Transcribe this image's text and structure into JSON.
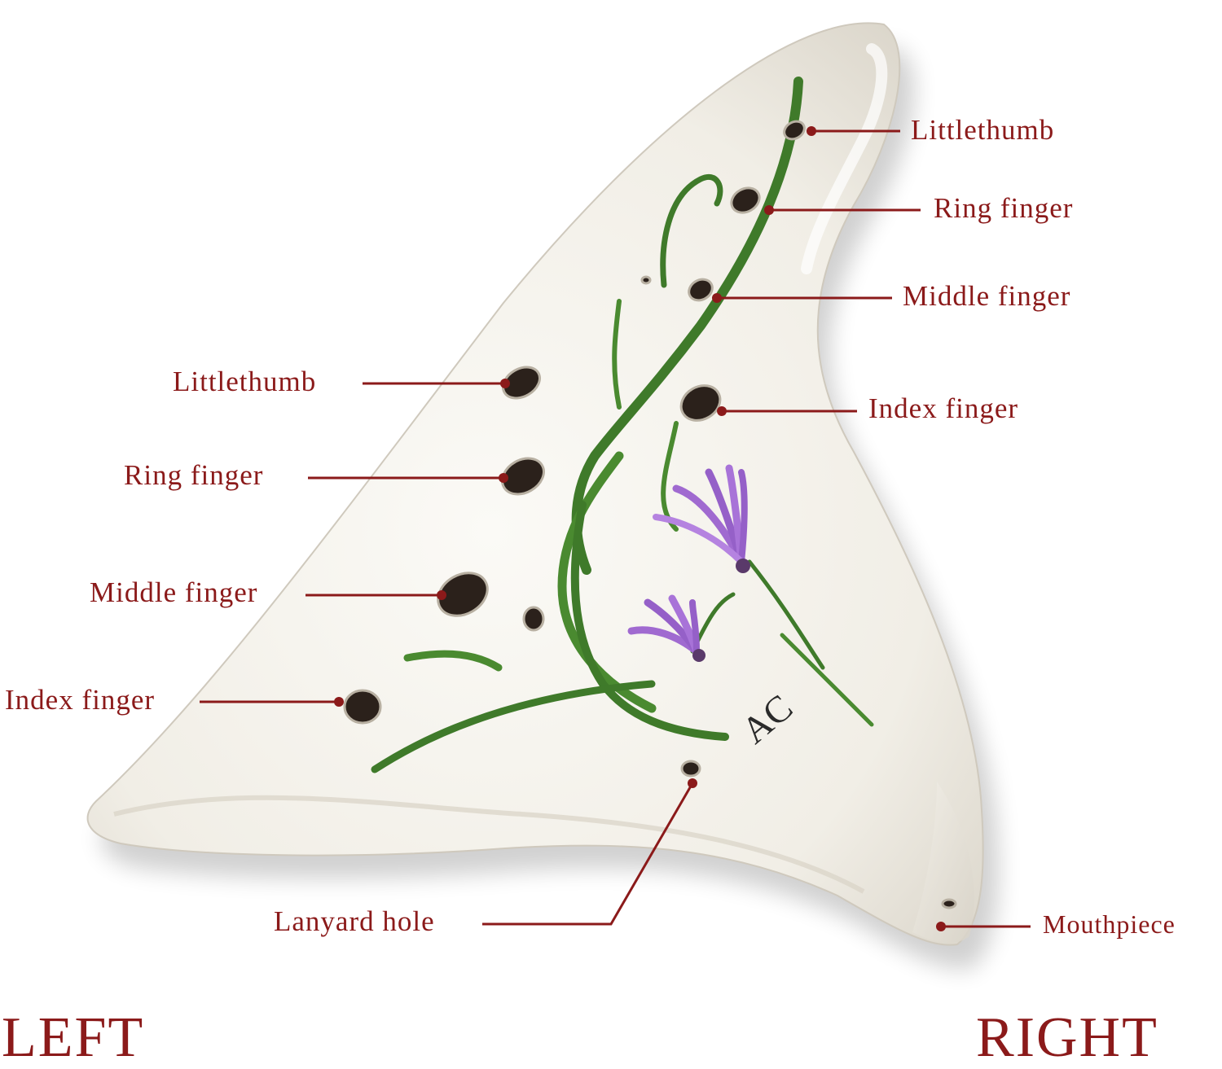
{
  "labels": {
    "right_littlethumb": "Littlethumb",
    "right_ring": "Ring finger",
    "right_middle": "Middle finger",
    "right_index": "Index finger",
    "left_littlethumb": "Littlethumb",
    "left_ring": "Ring finger",
    "left_middle": "Middle finger",
    "left_index": "Index finger",
    "lanyard": "Lanyard hole",
    "mouthpiece": "Mouthpiece"
  },
  "sides": {
    "left": "LEFT",
    "right": "RIGHT"
  },
  "logo": "AC",
  "colors": {
    "label": "#8b1a1a",
    "leader": "#8b1a1a",
    "ceramic": "#f4f1ea",
    "leaf": "#3f7a2a",
    "petal": "#a06ad0"
  }
}
